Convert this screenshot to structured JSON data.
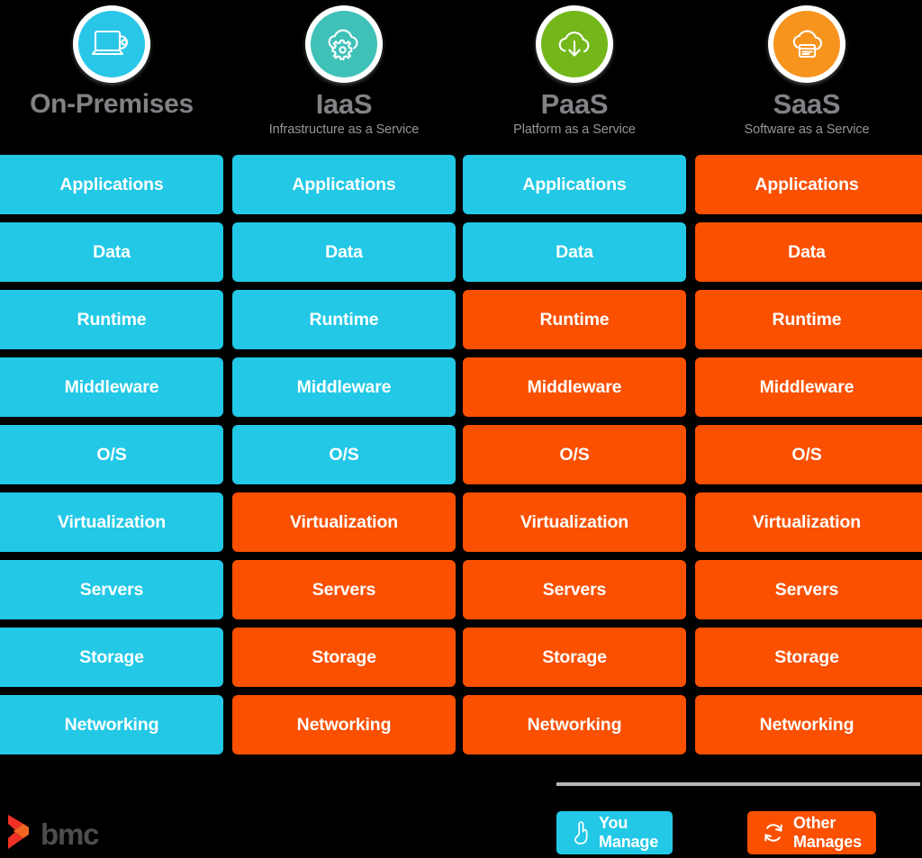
{
  "columns": [
    {
      "id": "on-premises",
      "title": "On-Premises",
      "subtitle": "",
      "icon": "laptop-server-icon",
      "icon_color": "#29c6e8",
      "layers": [
        {
          "label": "Applications",
          "managed_by": "you"
        },
        {
          "label": "Data",
          "managed_by": "you"
        },
        {
          "label": "Runtime",
          "managed_by": "you"
        },
        {
          "label": "Middleware",
          "managed_by": "you"
        },
        {
          "label": "O/S",
          "managed_by": "you"
        },
        {
          "label": "Virtualization",
          "managed_by": "you"
        },
        {
          "label": "Servers",
          "managed_by": "you"
        },
        {
          "label": "Storage",
          "managed_by": "you"
        },
        {
          "label": "Networking",
          "managed_by": "you"
        }
      ]
    },
    {
      "id": "iaas",
      "title": "IaaS",
      "subtitle": "Infrastructure as a Service",
      "icon": "cloud-gear-icon",
      "icon_color": "#3fc1b8",
      "layers": [
        {
          "label": "Applications",
          "managed_by": "you"
        },
        {
          "label": "Data",
          "managed_by": "you"
        },
        {
          "label": "Runtime",
          "managed_by": "you"
        },
        {
          "label": "Middleware",
          "managed_by": "you"
        },
        {
          "label": "O/S",
          "managed_by": "you"
        },
        {
          "label": "Virtualization",
          "managed_by": "other"
        },
        {
          "label": "Servers",
          "managed_by": "other"
        },
        {
          "label": "Storage",
          "managed_by": "other"
        },
        {
          "label": "Networking",
          "managed_by": "other"
        }
      ]
    },
    {
      "id": "paas",
      "title": "PaaS",
      "subtitle": "Platform as a Service",
      "icon": "cloud-download-icon",
      "icon_color": "#74b71b",
      "layers": [
        {
          "label": "Applications",
          "managed_by": "you"
        },
        {
          "label": "Data",
          "managed_by": "you"
        },
        {
          "label": "Runtime",
          "managed_by": "other"
        },
        {
          "label": "Middleware",
          "managed_by": "other"
        },
        {
          "label": "O/S",
          "managed_by": "other"
        },
        {
          "label": "Virtualization",
          "managed_by": "other"
        },
        {
          "label": "Servers",
          "managed_by": "other"
        },
        {
          "label": "Storage",
          "managed_by": "other"
        },
        {
          "label": "Networking",
          "managed_by": "other"
        }
      ]
    },
    {
      "id": "saas",
      "title": "SaaS",
      "subtitle": "Software as a Service",
      "icon": "cloud-window-icon",
      "icon_color": "#f7941e",
      "layers": [
        {
          "label": "Applications",
          "managed_by": "other"
        },
        {
          "label": "Data",
          "managed_by": "other"
        },
        {
          "label": "Runtime",
          "managed_by": "other"
        },
        {
          "label": "Middleware",
          "managed_by": "other"
        },
        {
          "label": "O/S",
          "managed_by": "other"
        },
        {
          "label": "Virtualization",
          "managed_by": "other"
        },
        {
          "label": "Servers",
          "managed_by": "other"
        },
        {
          "label": "Storage",
          "managed_by": "other"
        },
        {
          "label": "Networking",
          "managed_by": "other"
        }
      ]
    }
  ],
  "legend": {
    "you": {
      "label": "You Manage",
      "icon": "pointing-hand-icon",
      "color": "#22c8e6"
    },
    "other": {
      "label": "Other Manages",
      "icon": "refresh-cycle-icon",
      "color": "#fa5000"
    }
  },
  "logo": {
    "wordmark": "bmc",
    "mark": "bmc-butterfly-icon",
    "mark_color": "#ee3124"
  },
  "colors": {
    "you_manage": "#22c8e6",
    "other_manages": "#fa5000",
    "title_gray": "#808285",
    "rule_gray": "#b1b5b9"
  }
}
